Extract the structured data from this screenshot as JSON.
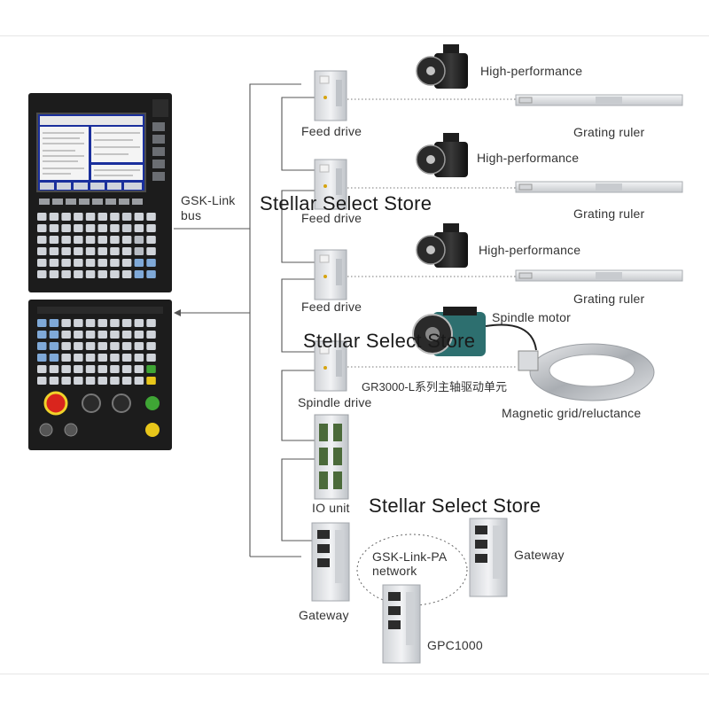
{
  "labels": {
    "gsk_link_bus_line1": "GSK-Link",
    "gsk_link_bus_line2": "bus",
    "feed_drive_1": "Feed drive",
    "feed_drive_2": "Feed drive",
    "feed_drive_3": "Feed drive",
    "motor_1": "High-performance",
    "motor_2": "High-performance",
    "motor_3": "High-performance",
    "grating_1": "Grating ruler",
    "grating_2": "Grating ruler",
    "grating_3": "Grating ruler",
    "spindle_motor": "Spindle motor",
    "spindle_unit": "GR3000-L系列主轴驱动单元",
    "magnetic_grid": "Magnetic grid/reluctance",
    "spindle_drive": "Spindle drive",
    "io_unit": "IO unit",
    "network_line1": "GSK-Link-PA",
    "network_line2": "network",
    "gateway_left": "Gateway",
    "gateway_right": "Gateway",
    "gpc1000": "GPC1000"
  },
  "watermarks": {
    "top": "Stellar Select Store",
    "middle": "Stellar Select Store",
    "bottom": "Stellar Select Store"
  },
  "colors": {
    "panel_body": "#1c1c1c",
    "screen_blue": "#1a2f9c",
    "emergency_red": "#d9251d",
    "start_green": "#3fa535",
    "feed_yellow": "#e8c61a",
    "key_light": "#d0d4da",
    "key_blue": "#7fa9d8",
    "drive_silver": "#e4e6e8",
    "motor_black": "#1e1e1e",
    "spindle_teal": "#2d6f6f",
    "line_gray": "#555555"
  }
}
